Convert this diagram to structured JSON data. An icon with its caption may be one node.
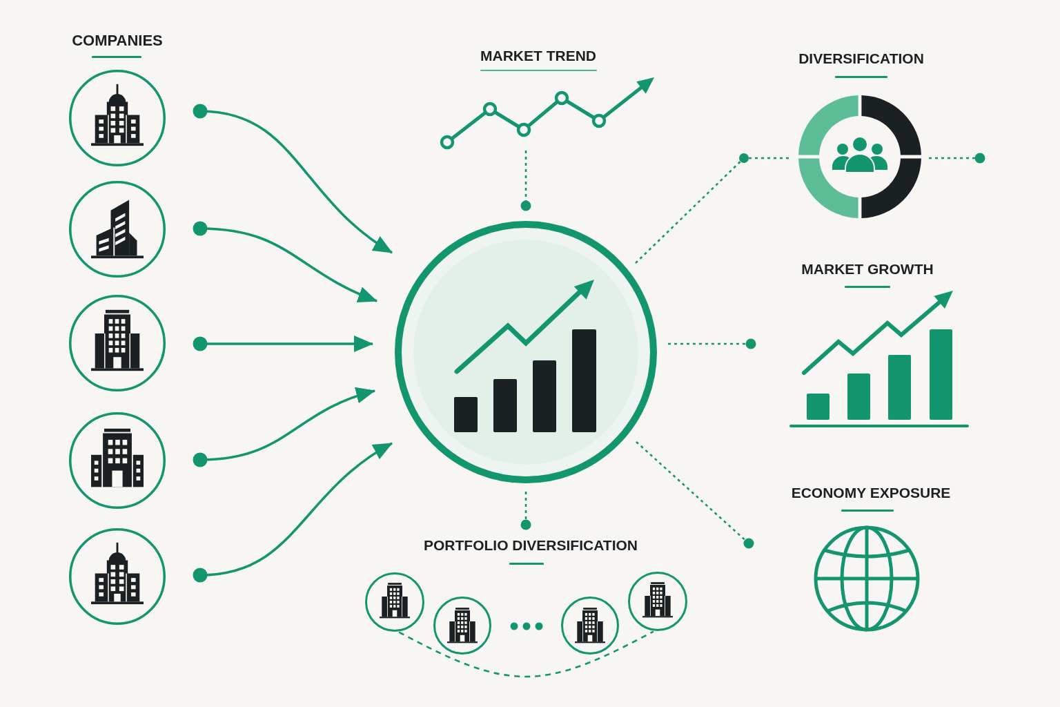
{
  "diagram": {
    "nodes": [
      {
        "text": [],
        "shape": "circle"
      },
      {
        "text": [],
        "shape": "circle"
      },
      {
        "text": [],
        "shape": "circle"
      },
      {
        "text": [],
        "shape": "circle"
      },
      {
        "text": [],
        "shape": "circle"
      },
      {
        "text": [
          "MARKET TREND"
        ]
      },
      {
        "text": [],
        "shape": "circle"
      },
      {
        "text": [
          "DIVERSIFICATION"
        ]
      },
      {
        "text": [
          "MARKET GROWTH"
        ]
      },
      {
        "text": [
          "ECONOMY EXPOSURE"
        ]
      },
      {
        "text": [
          "PORTFOLIO DIVERSIFICATION"
        ]
      },
      {
        "text": [],
        "shape": "circle"
      },
      {
        "text": [],
        "shape": "circle"
      },
      {
        "text": [],
        "shape": "circle"
      },
      {
        "text": [],
        "shape": "circle"
      },
      {
        "text": [],
        "shape": "circle"
      }
    ],
    "edges": [
      {
        "from": 0,
        "to": 6,
        "arrow": "to"
      },
      {
        "from": 1,
        "to": 6,
        "arrow": "to"
      },
      {
        "from": 2,
        "to": 6,
        "arrow": "to"
      },
      {
        "from": 3,
        "to": 6,
        "arrow": "to"
      },
      {
        "from": 4,
        "to": 6,
        "arrow": "to"
      },
      {
        "from": 5,
        "to": 6,
        "arrow": "other",
        "style": "dashed"
      },
      {
        "from": 6,
        "to": 15,
        "arrow": "none",
        "style": "dashed"
      },
      {
        "from": 7,
        "to": null,
        "arrow": "other",
        "style": "dashed"
      },
      {
        "from": 6,
        "to": 8,
        "arrow": "other",
        "style": "dashed"
      },
      {
        "from": 6,
        "to": 9,
        "arrow": "other",
        "style": "dashed"
      },
      {
        "from": 6,
        "to": 10,
        "arrow": "other",
        "style": "dashed"
      },
      {
        "from": 11,
        "to": 14,
        "arrow": "none",
        "style": "dashed"
      },
      {
        "from": 15,
        "to": 7,
        "arrow": "none",
        "style": "dashed"
      }
    ],
    "labels": [
      "COMPANIES"
    ]
  }
}
